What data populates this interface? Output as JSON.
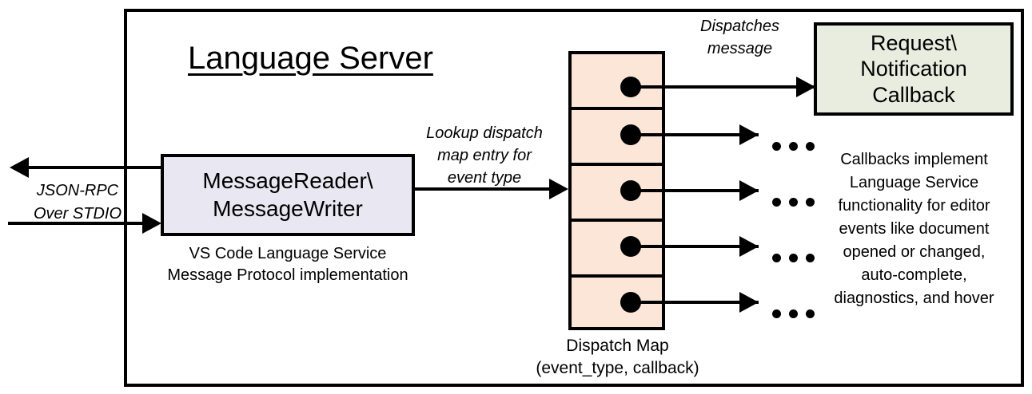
{
  "diagram": {
    "title": "Language Server",
    "outer_frame_name": "language-server-boundary"
  },
  "external_io": {
    "label_line1": "JSON-RPC",
    "label_line2": "Over STDIO",
    "outbound_arrow": "arrow-left",
    "inbound_arrow": "arrow-right"
  },
  "reader_box": {
    "line1": "MessageReader\\",
    "line2": "MessageWriter",
    "caption_line1": "VS Code Language Service",
    "caption_line2": "Message Protocol implementation",
    "fill_color": "#E9E7F1",
    "border_color": "#000000"
  },
  "lookup_label": {
    "line1": "Lookup dispatch",
    "line2": "map entry for",
    "line3": "event type"
  },
  "dispatch_map": {
    "caption_line1": "Dispatch Map",
    "caption_line2": "(event_type, callback)",
    "fill_color": "#FBE6D7",
    "border_color": "#000000",
    "rows": [
      {
        "index": 1,
        "marker": "callback-dot",
        "target": "callback-box"
      },
      {
        "index": 2,
        "marker": "callback-dot",
        "target": "ellipsis"
      },
      {
        "index": 3,
        "marker": "callback-dot",
        "target": "ellipsis"
      },
      {
        "index": 4,
        "marker": "callback-dot",
        "target": "ellipsis"
      },
      {
        "index": 5,
        "marker": "callback-dot",
        "target": "ellipsis"
      }
    ],
    "row_count": 5
  },
  "dispatch_label": {
    "line1": "Dispatches",
    "line2": "message"
  },
  "callback_box": {
    "line1": "Request\\",
    "line2": "Notification",
    "line3": "Callback",
    "fill_color": "#E8EDE0",
    "border_color": "#000000"
  },
  "callback_note": {
    "line1": "Callbacks implement",
    "line2": "Language Service",
    "line3": "functionality for editor",
    "line4": "events like document",
    "line5": "opened or changed,",
    "line6": "auto-complete,",
    "line7": "diagnostics, and hover"
  }
}
